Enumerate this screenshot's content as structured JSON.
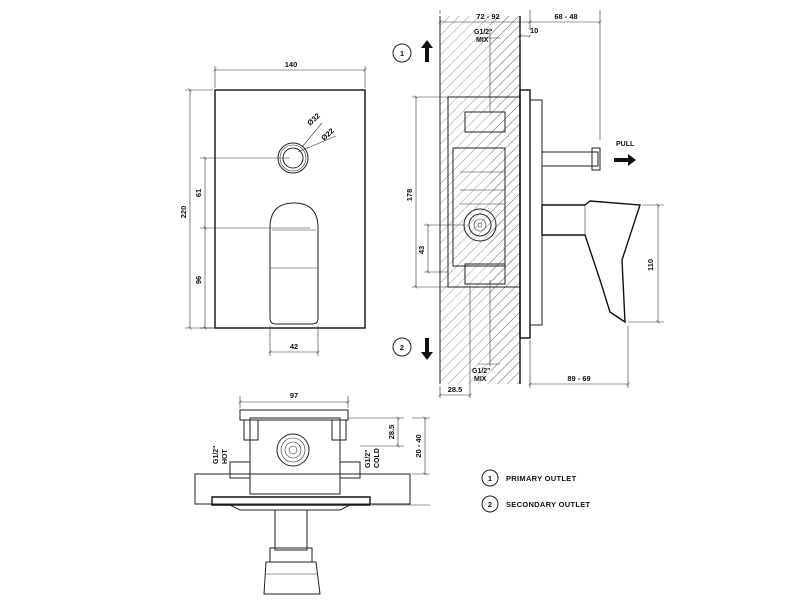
{
  "front_view": {
    "dims": {
      "width": "140",
      "height": "220",
      "upper": "61",
      "lower": "96",
      "lever_width": "42"
    },
    "diameters": {
      "outer": "Ø32",
      "inner": "Ø22"
    }
  },
  "side_view": {
    "dims": {
      "depth_top": "72 - 92",
      "protrusion": "68 - 48",
      "mix_top": "G1/2\"",
      "mix_top_sub": "MIX",
      "gap": "10",
      "height_178": "178",
      "height_43": "43",
      "lever_drop": "110",
      "mix_bottom": "G1/2\"",
      "mix_bottom_sub": "MIX",
      "offset": "28.5",
      "lever_reach": "89 - 69"
    },
    "pull_label": "PULL",
    "markers": [
      {
        "number": "1"
      },
      {
        "number": "2"
      }
    ]
  },
  "bottom_view": {
    "dims": {
      "width": "97",
      "depth": "28.5",
      "range": "20 - 40"
    },
    "hot": {
      "size": "G1/2\"",
      "label": "HOT"
    },
    "cold": {
      "size": "G1/2\"",
      "label": "COLD"
    }
  },
  "legend": [
    {
      "number": "1",
      "label": "PRIMARY OUTLET"
    },
    {
      "number": "2",
      "label": "SECONDARY OUTLET"
    }
  ]
}
